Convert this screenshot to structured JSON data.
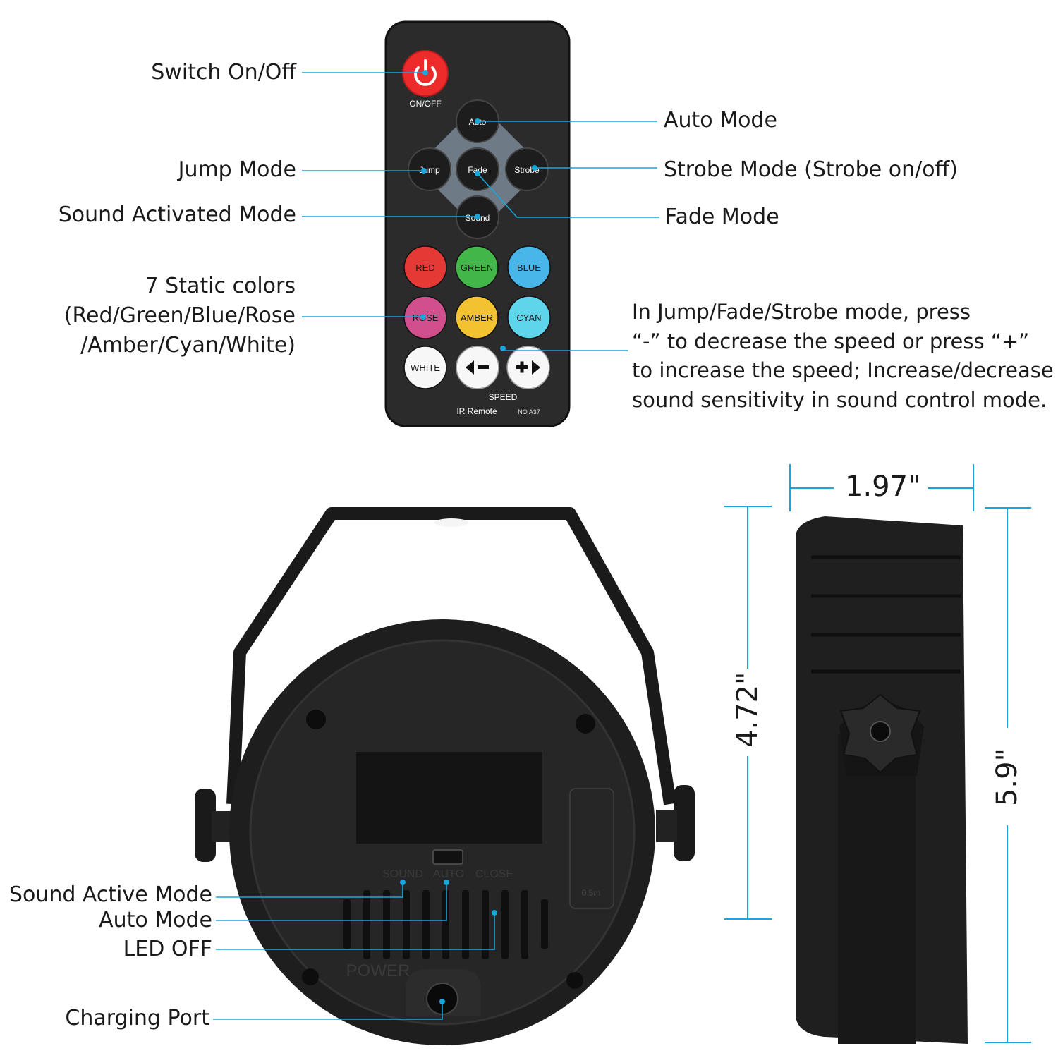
{
  "colors": {
    "leader": "#19a6dc",
    "remote_body": "#2b2b2b",
    "power_button": "#ee2b2b",
    "device": "#1e1e1e"
  },
  "remote": {
    "onoff_label": "ON/OFF",
    "mode_buttons": {
      "auto": "Auto",
      "jump": "Jump",
      "fade": "Fade",
      "strobe": "Strobe",
      "sound": "Sound"
    },
    "color_buttons": [
      {
        "label": "RED",
        "color": "#e53935"
      },
      {
        "label": "GREEN",
        "color": "#43b649"
      },
      {
        "label": "BLUE",
        "color": "#49b6ea"
      },
      {
        "label": "ROSE",
        "color": "#d14f8c"
      },
      {
        "label": "AMBER",
        "color": "#f2c230"
      },
      {
        "label": "CYAN",
        "color": "#5fd5ec"
      },
      {
        "label": "WHITE",
        "color": "#f7f7f7"
      }
    ],
    "speed_minus_icon": "arrow-left-minus-icon",
    "speed_plus_icon": "plus-arrow-right-icon",
    "speed_label": "SPEED",
    "brand_label": "IR Remote",
    "model_label": "NO A37"
  },
  "callouts": {
    "switch": "Switch On/Off",
    "auto_mode": "Auto Mode",
    "jump_mode": "Jump Mode",
    "strobe_mode": "Strobe Mode (Strobe on/off)",
    "sound_mode": "Sound Activated Mode",
    "fade_mode": "Fade Mode",
    "static_colors": [
      "7 Static colors",
      "(Red/Green/Blue/Rose",
      "/Amber/Cyan/White)"
    ],
    "speed_note": [
      "In Jump/Fade/Strobe mode, press",
      "“-” to decrease the speed or press “+”",
      "to increase the speed; Increase/decrease",
      "sound sensitivity in sound control mode."
    ],
    "sound_active": "Sound Active Mode",
    "auto": "Auto Mode",
    "led_off": "LED OFF",
    "charging": "Charging Port"
  },
  "device": {
    "switch_positions": [
      "SOUND",
      "AUTO",
      "CLOSE"
    ],
    "power_label": "POWER",
    "distance_mark": "0.5m"
  },
  "dimensions": {
    "width": "1.97\"",
    "height_body": "4.72\"",
    "height_total": "5.9\""
  }
}
